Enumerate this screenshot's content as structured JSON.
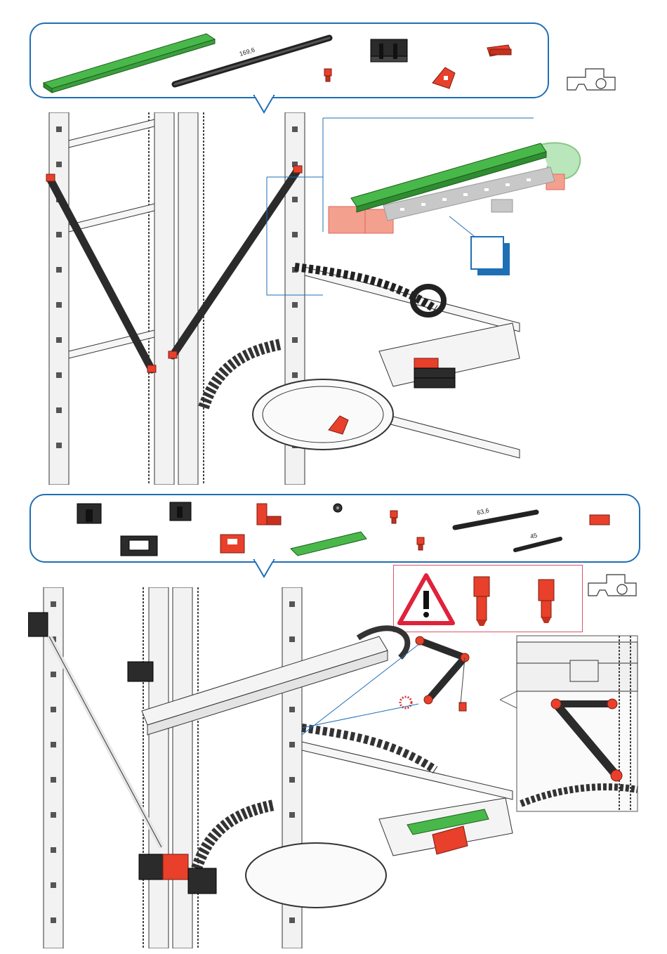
{
  "step1": {
    "parts": {
      "long_strut_label": "169,6"
    },
    "callout_number": ""
  },
  "step2": {
    "parts": {
      "strut_a_label": "63,6",
      "strut_b_label": "45"
    }
  },
  "warning": {
    "icon": "warning-triangle-icon"
  },
  "colors": {
    "accent_blue": "#1f6fb5",
    "part_red": "#e8402a",
    "part_green": "#49b84a",
    "part_black": "#2b2b2b",
    "frame_gray": "#dcdcdc",
    "warning_border": "#d9546a"
  }
}
